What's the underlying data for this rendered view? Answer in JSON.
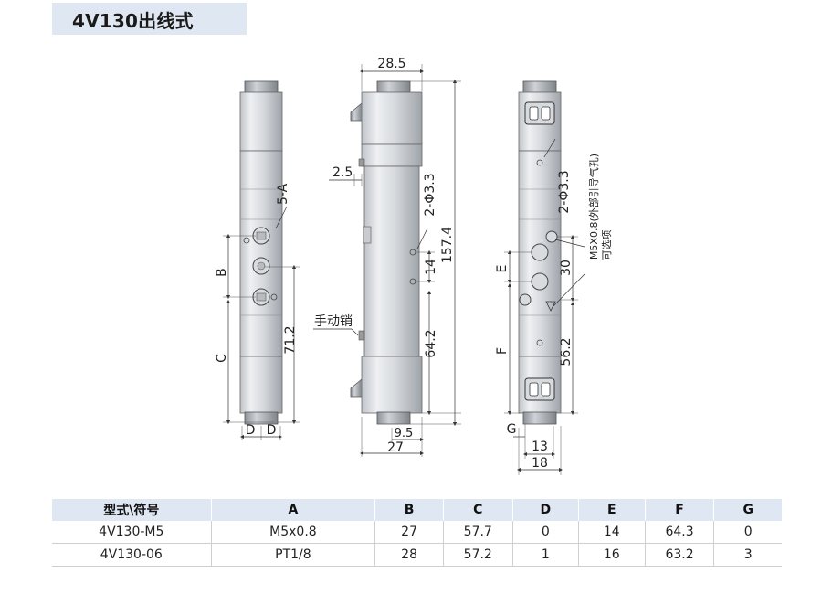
{
  "title": "4V130出线式",
  "dimensions": {
    "front": {
      "top_label": "5-A",
      "b": "B",
      "c": "C",
      "d1": "D",
      "d2": "D",
      "height": "71.2"
    },
    "side": {
      "width_top": "28.5",
      "offset": "2.5",
      "hole": "2-Φ3.3",
      "height_total": "157.4",
      "spacing": "14",
      "height_low": "64.2",
      "small": "9.5",
      "width_bottom": "27",
      "manual": "手动销"
    },
    "back": {
      "hole": "2-Φ3.3",
      "port_note_1": "M5X0.8(外部引导气孔)",
      "port_note_2": "可选项",
      "e": "E",
      "f": "F",
      "g": "G",
      "d30": "30",
      "d56": "56.2",
      "d13": "13",
      "d18": "18"
    }
  },
  "spec_table": {
    "headers": [
      "型式\\符号",
      "A",
      "B",
      "C",
      "D",
      "E",
      "F",
      "G"
    ],
    "rows": [
      [
        "4V130-M5",
        "M5x0.8",
        "27",
        "57.7",
        "0",
        "14",
        "64.3",
        "0"
      ],
      [
        "4V130-06",
        "PT1/8",
        "28",
        "57.2",
        "1",
        "16",
        "63.2",
        "3"
      ]
    ]
  }
}
